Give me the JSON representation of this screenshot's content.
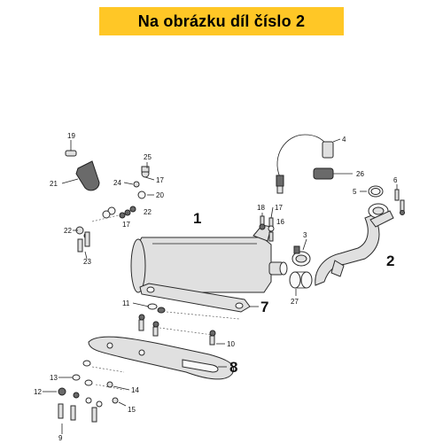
{
  "header": {
    "title": "Na obrázku díl číslo 2"
  },
  "diagram": {
    "callouts": {
      "c1": "1",
      "c2": "2",
      "c3": "3",
      "c4": "4",
      "c5": "5",
      "c6": "6",
      "c7": "7",
      "c8": "8",
      "c9": "9",
      "c10": "10",
      "c11": "11",
      "c12": "12",
      "c13": "13",
      "c14": "14",
      "c15": "15",
      "c16": "16",
      "c17a": "17",
      "c17b": "17",
      "c17c": "17",
      "c18": "18",
      "c19": "19",
      "c20": "20",
      "c21": "21",
      "c22a": "22",
      "c22b": "22",
      "c23": "23",
      "c24": "24",
      "c25": "25",
      "c26": "26",
      "c27": "27"
    }
  }
}
